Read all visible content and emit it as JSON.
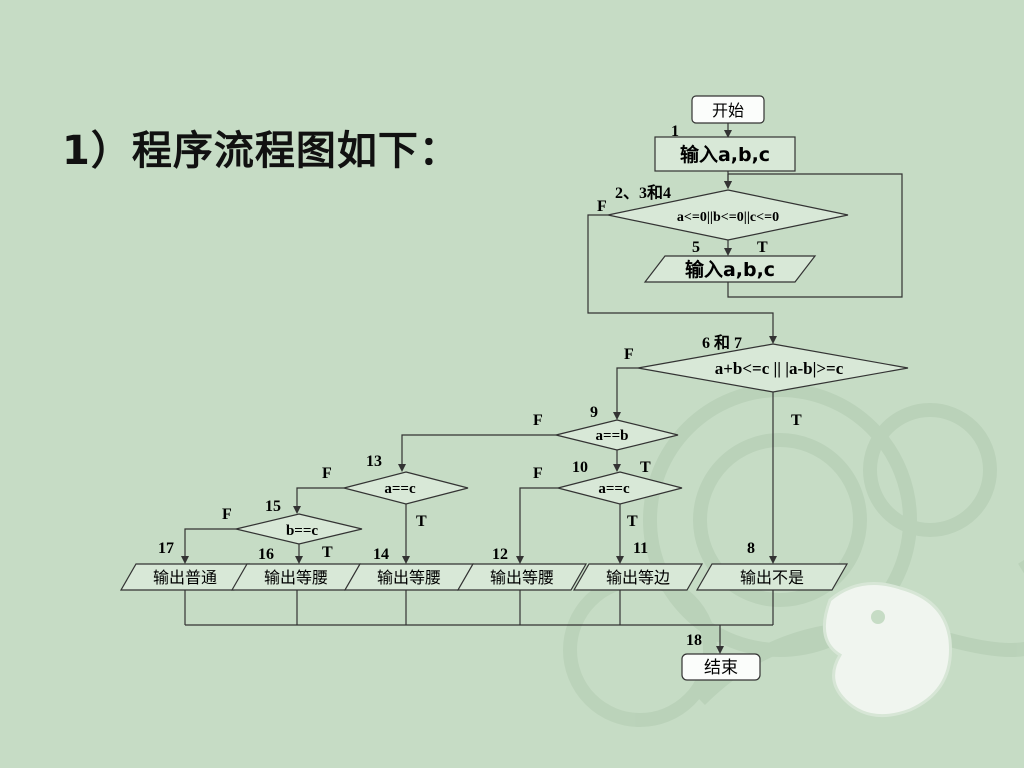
{
  "title": "1）程序流程图如下：",
  "flowchart": {
    "start": "开始",
    "end": "结束",
    "input1": "输入a,b,c",
    "input2": "输入a,b,c",
    "cond_validate": "a<=0||b<=0||c<=0",
    "cond_triangle": "a+b<=c || |a-b|>=c",
    "cond_ab": "a==b",
    "cond_ac_left": "a==c",
    "cond_ac_right": "a==c",
    "cond_bc": "b==c",
    "out_normal": "输出普通",
    "out_iso1": "输出等腰",
    "out_iso2": "输出等腰",
    "out_iso3": "输出等腰",
    "out_equi": "输出等边",
    "out_not": "输出不是",
    "num_1": "1",
    "num_234": "2、3和4",
    "num_5": "5",
    "num_67": "6 和 7",
    "num_8": "8",
    "num_9": "9",
    "num_10": "10",
    "num_11": "11",
    "num_12": "12",
    "num_13": "13",
    "num_14": "14",
    "num_15": "15",
    "num_16": "16",
    "num_17": "17",
    "num_18": "18",
    "true_mark": "T",
    "false_mark": "F"
  },
  "colors": {
    "background": "#c6dcc5",
    "stroke": "#333333",
    "text": "#000000"
  }
}
